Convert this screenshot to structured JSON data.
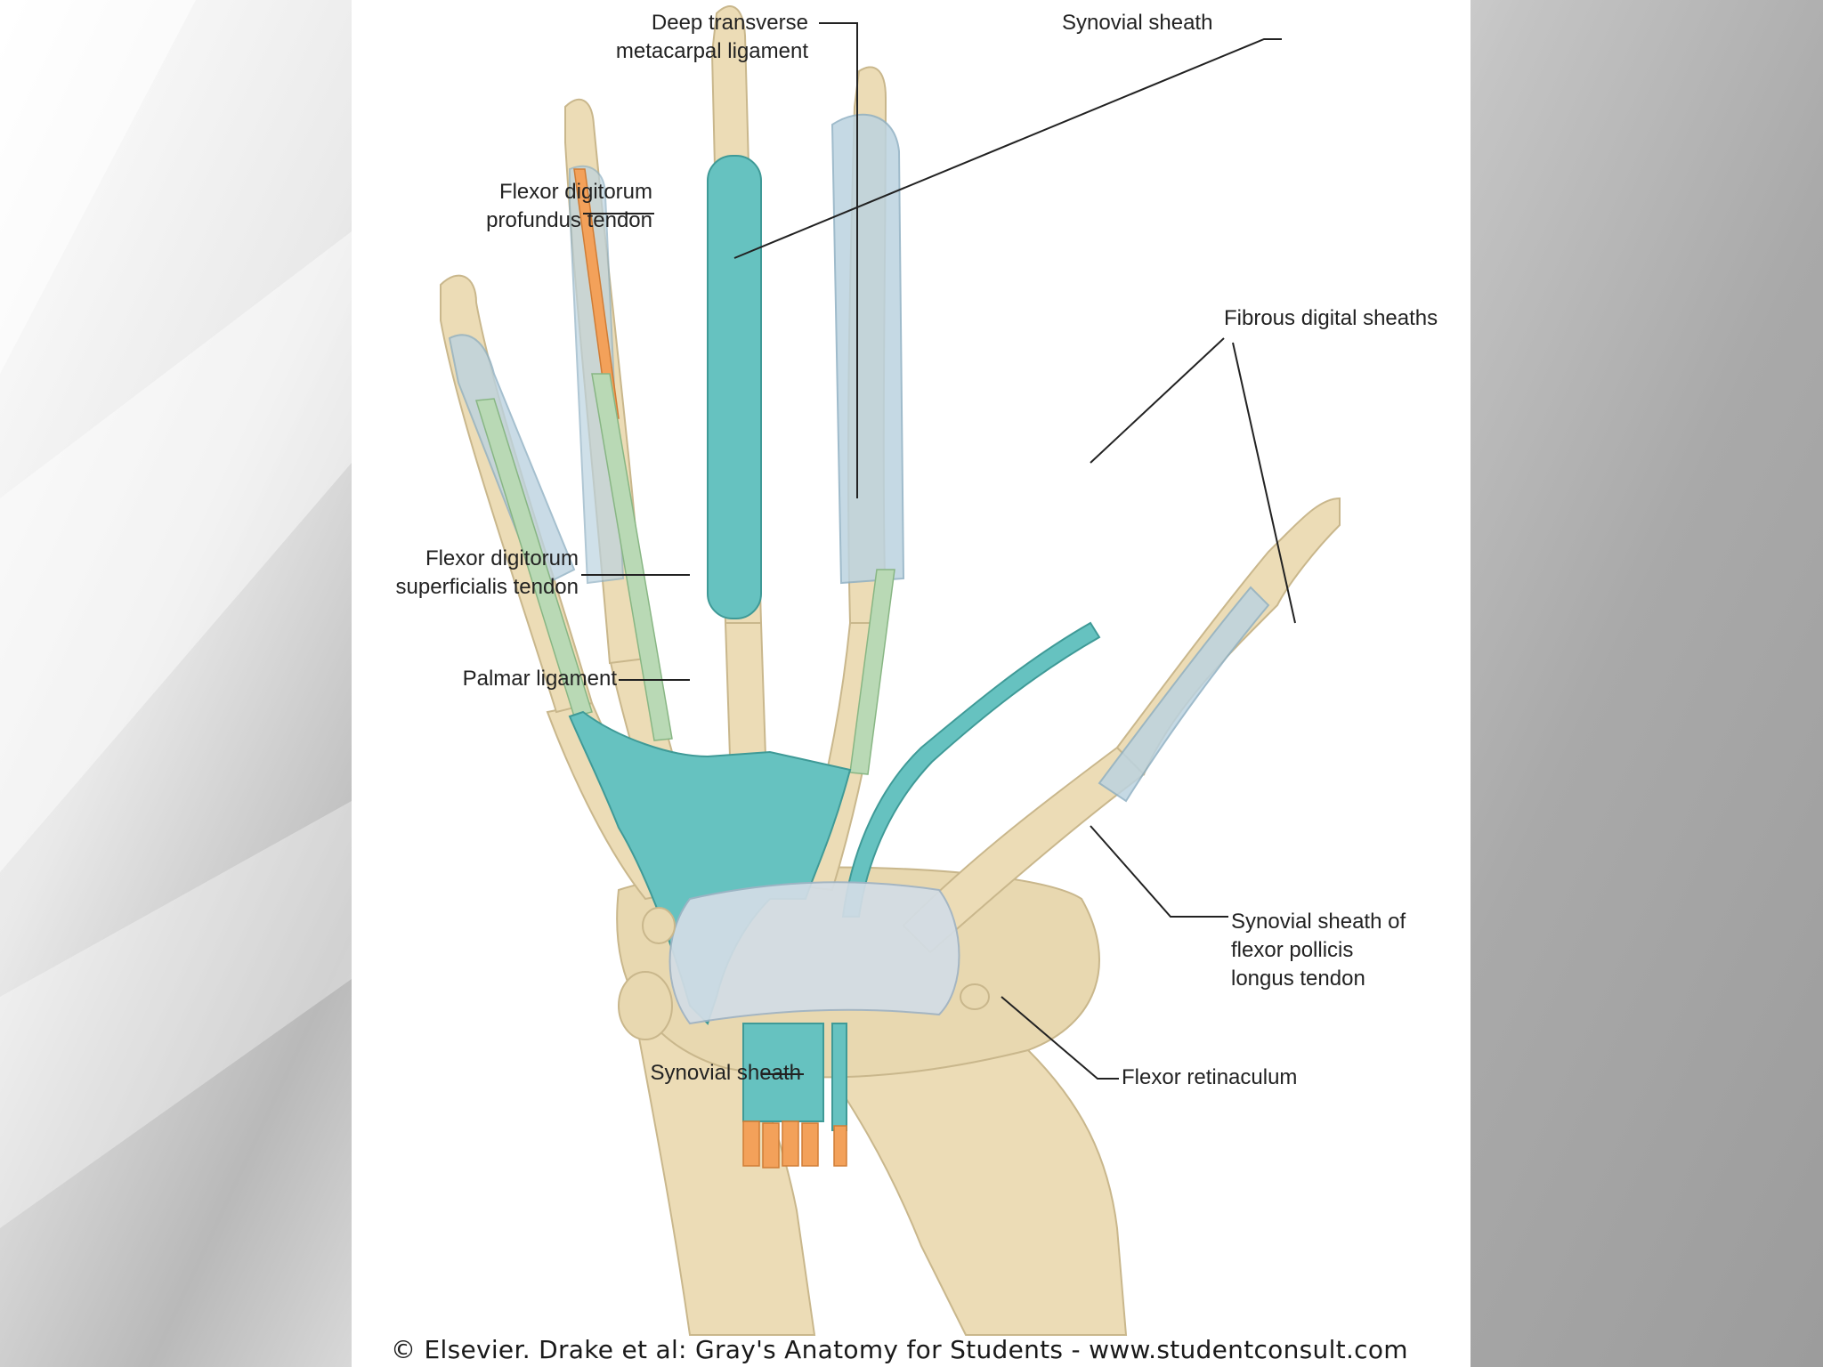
{
  "figure": {
    "labels": {
      "deep_transverse": "Deep transverse\nmetacarpal ligament",
      "synovial_sheath_top": "Synovial sheath",
      "fdp_tendon": "Flexor digitorum\nprofundus tendon",
      "fibrous_sheaths": "Fibrous digital sheaths",
      "fds_tendon": "Flexor digitorum\nsuperficialis tendon",
      "palmar_ligament": "Palmar ligament",
      "fpl_sheath": "Synovial sheath of\nflexor pollicis\nlongus tendon",
      "synovial_sheath_bottom": "Synovial sheath",
      "flexor_retinaculum": "Flexor retinaculum"
    },
    "caption": "© Elsevier. Drake et al: Gray's Anatomy for Students - www.studentconsult.com"
  },
  "colors": {
    "bone": "#ecdcb6",
    "bone_edge": "#c9b78c",
    "sheath": "#66c2c0",
    "sheath_edge": "#3f9a97",
    "fibrous": "#bcd3e0",
    "tendon_green": "#b9d9b5",
    "tendon_orange": "#f3a15a",
    "retinaculum": "#d3dde6"
  }
}
